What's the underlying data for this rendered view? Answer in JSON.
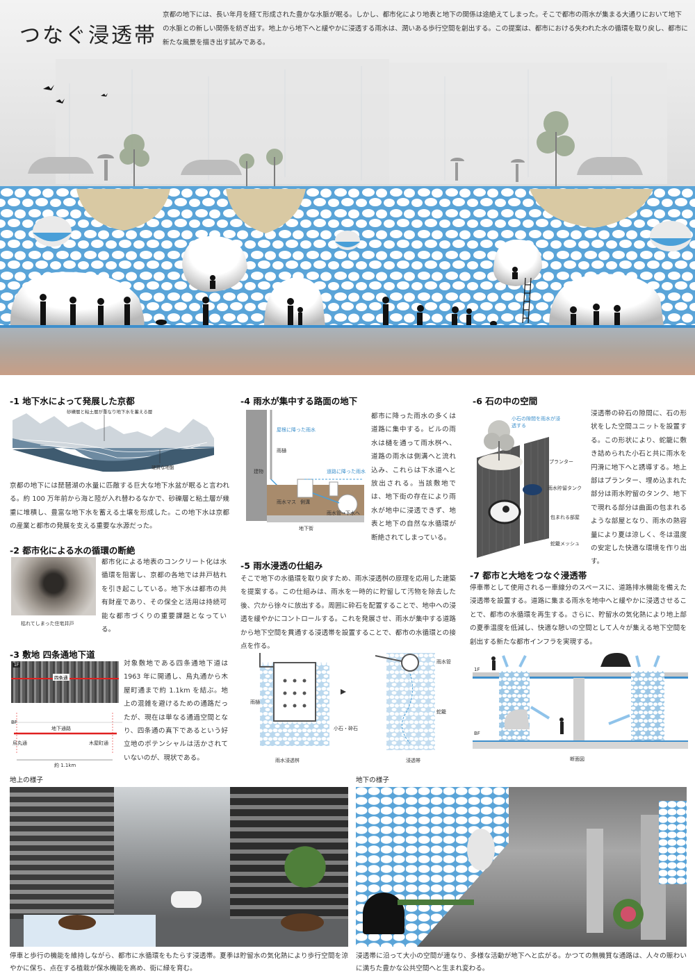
{
  "title": "つなぐ浸透帯",
  "intro": "京都の地下には、長い年月を経て形成された豊かな水脈が眠る。しかし、都市化により地表と地下の関係は途絶えてしまった。そこで都市の雨水が集まる大通りにおいて地下の水脈との新しい関係を紡ぎ出す。地上から地下へと緩やかに浸透する雨水は、潤いある歩行空間を創出する。この提案は、都市における失われた水の循環を取り戻し、都市に新たな風景を描き出す試みである。",
  "colors": {
    "stone_blue": "#5aa4d8",
    "water_blue": "#4a9fd8",
    "ground": "#b89a86",
    "sand": "#d9c9a3"
  },
  "sec1": {
    "title": "-1 地下水によって発展した京都",
    "label_top": "砂礫層と粘土層が重なり地下水を蓄える層",
    "label_bottom": "硬質な地盤",
    "text": "京都の地下には琵琶湖の水量に匹敵する巨大な地下水盆が眠ると言われる。約 100 万年前から海と陸が入れ替わるなかで、砂礫層と粘土層が幾重に堆積し、豊富な地下水を蓄える土壌を形成した。この地下水は京都の産業と都市の発展を支える重要な水源だった。"
  },
  "sec2": {
    "title": "-2 都市化による水の循環の断絶",
    "photo_caption": "枯れてしまった住宅井戸",
    "text": "都市化による地表のコンクリート化は水循環を阻害し、京都の各地では井戸枯れを引き起こしている。地下水は都市の共有財産であり、その保全と活用は持続可能な都市づくりの重要課題となっている。"
  },
  "sec3": {
    "title": "-3 敷地 四条通地下道",
    "map_floor": "1F",
    "map_label": "四条通",
    "profile_floor": "BF",
    "profile_label": "地下通路",
    "station_left": "烏丸通",
    "station_right": "木屋町通",
    "distance": "約 1.1km",
    "text": "対象敷地である四条通地下道は 1963 年に開通し、烏丸通から木屋町通まで約 1.1km を結ぶ。地上の混雑を避けるための通路だったが、現在は単なる通過空間となり、四条通の真下であるという好立地のポテンシャルは活かされていないのが、現状である。"
  },
  "sec4": {
    "title": "-4 雨水が集中する路面の地下",
    "label_roof_rain": "屋根に降った雨水",
    "label_gutter": "雨樋",
    "label_building": "建物",
    "label_road_rain": "道路に降った雨水",
    "label_basin": "雨水マス",
    "label_ditch": "側溝",
    "label_pipe": "雨水管→下水へ",
    "label_underground": "地下街",
    "text": "都市に降った雨水の多くは道路に集中する。ビルの雨水は樋を通って雨水桝へ、道路の雨水は側溝へと流れ込み、これらは下水道へと放出される。当該敷地では、地下街の存在により雨水が地中に浸透できず、地表と地下の自然な水循環が断絶されてしまっている。"
  },
  "sec5": {
    "title": "-5 雨水浸透の仕組み",
    "text": "そこで地下の水循環を取り戻すため、雨水浸透桝の原理を応用した建築を提案する。この仕組みは、雨水を一時的に貯留して汚物を除去した後、穴から徐々に放出する。周囲に砕石を配置することで、地中への浸透を緩やかにコントロールする。これを発展させ、雨水が集中する道路から地下空間を貫通する浸透帯を設置することで、都市の水循環との接点を作る。",
    "label_gutter": "雨樋",
    "label_gravel": "小石・砕石",
    "label_basin": "雨水浸透桝",
    "label_pipe": "雨水管",
    "label_mesh": "蛇籠",
    "label_band": "浸透帯"
  },
  "sec6": {
    "title": "-6 石の中の空間",
    "label_gap": "小石の隙間を雨水が浸透する",
    "label_planter": "プランター",
    "label_tank": "雨水貯留タンク",
    "label_room": "包まれる部屋",
    "label_mesh": "蛇籠メッシュ",
    "text": "浸透帯の砕石の隙間に、石の形状をした空間ユニットを設置する。この形状により、蛇籠に敷き詰められた小石と共に雨水を円滑に地下へと誘導する。地上部はプランター、埋め込まれた部分は雨水貯留のタンク、地下で現れる部分は曲面の包まれるような部屋となり、雨水の熱容量により夏は涼しく、冬は温度の安定した快適な環境を作り出す。"
  },
  "sec7": {
    "title": "-7 都市と大地をつなぐ浸透帯",
    "text": "停車帯として使用される一車線分のスペースに、道路排水機能を備えた浸透帯を設置する。道路に集まる雨水を地中へと緩やかに浸透させることで、都市の水循環を再生する。さらに、貯留水の気化熱により地上部の夏季温度を低減し、快適な憩いの空間として人々が集える地下空間を創出する新たな都市インフラを実現する。",
    "label_1f": "1F",
    "label_bf": "BF",
    "label_section": "断面図"
  },
  "photo_left": {
    "heading": "地上の様子",
    "caption": "停車と歩行の機能を維持しながら、都市に水循環をもたらす浸透帯。夏季は貯留水の気化熱により歩行空間を涼やかに保ち、点在する植栽が保水機能を高め、街に緑を育む。"
  },
  "photo_right": {
    "heading": "地下の様子",
    "caption": "浸透帯に沿って大小の空間が連なり、多様な活動が地下へと広がる。かつての無機質な通路は、人々の賑わいに満ちた豊かな公共空間へと生まれ変わる。"
  }
}
